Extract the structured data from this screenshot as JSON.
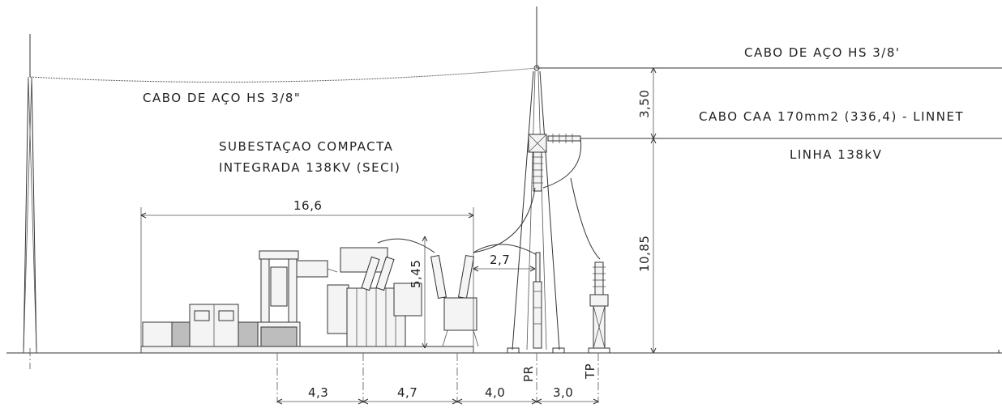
{
  "labels": {
    "cable_steel_left": "CABO DE AÇO HS 3/8\"",
    "cable_steel_right": "CABO DE AÇO HS 3/8'",
    "cable_caa": "CABO CAA 170mm2 (336,4) - LINNET",
    "line_voltage": "LINHA 138kV",
    "substation_line1": "SUBESTAÇAO COMPACTA",
    "substation_line2": "INTEGRADA 138KV (SECI)",
    "pr": "PR",
    "tp": "TP"
  },
  "dimensions": {
    "total_width": "16,6",
    "height_transformer": "5,45",
    "gap_pr": "2,7",
    "top_span": "3,50",
    "line_height": "10,85",
    "bottom": [
      "4,3",
      "4,7",
      "4,0",
      "3,0"
    ]
  }
}
